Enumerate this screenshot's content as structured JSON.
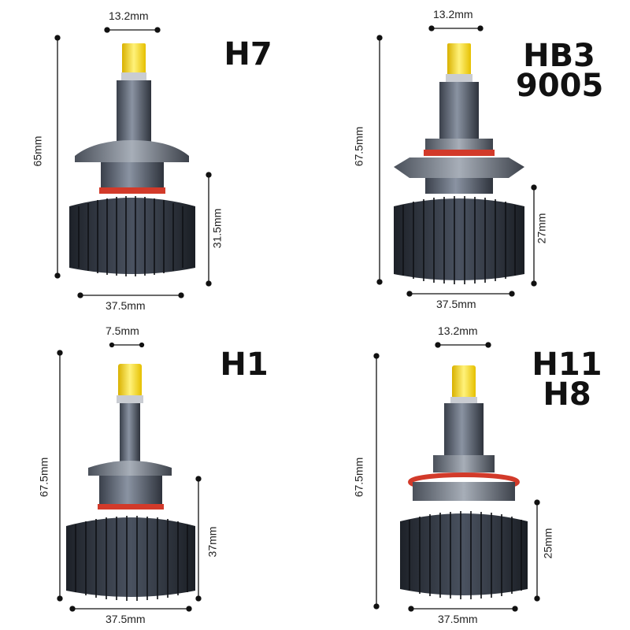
{
  "panels": [
    {
      "id": "h7",
      "title_lines": [
        "H7"
      ],
      "top_width": "13.2mm",
      "height": "65mm",
      "base_height": "31.5mm",
      "base_width": "37.5mm"
    },
    {
      "id": "hb3",
      "title_lines": [
        "HB3",
        "9005"
      ],
      "top_width": "13.2mm",
      "height": "67.5mm",
      "base_height": "27mm",
      "base_width": "37.5mm"
    },
    {
      "id": "h1",
      "title_lines": [
        "H1"
      ],
      "top_width": "7.5mm",
      "height": "67.5mm",
      "base_height": "37mm",
      "base_width": "37.5mm"
    },
    {
      "id": "h11",
      "title_lines": [
        "H11",
        "H8"
      ],
      "top_width": "13.2mm",
      "height": "67.5mm",
      "base_height": "25mm",
      "base_width": "37.5mm"
    }
  ],
  "colors": {
    "heatsink": "#2a2f38",
    "shaft": "#5a6270",
    "chip": "#f5d21a",
    "ring": "#d23a2a",
    "dimension_line": "#111111"
  }
}
